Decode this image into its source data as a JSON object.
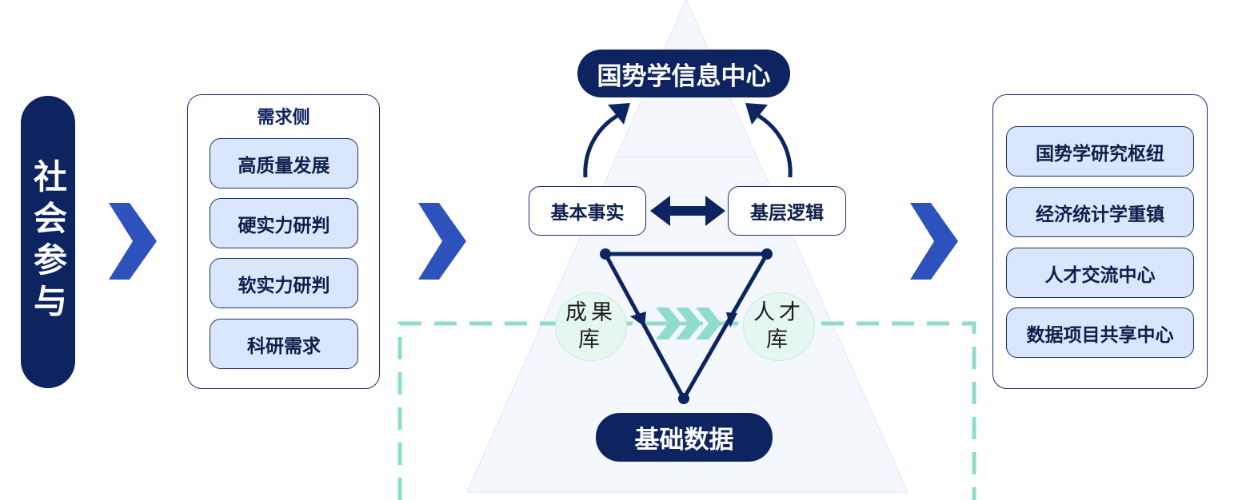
{
  "side_label": "社会参与",
  "demand": {
    "title": "需求侧",
    "items": [
      "高质量发展",
      "硬实力研判",
      "软实力研判",
      "科研需求"
    ]
  },
  "center": {
    "top_label": "国势学信息中心",
    "left_box": "基本事实",
    "right_box": "基层逻辑",
    "left_lib": "成果库",
    "right_lib": "人才库",
    "bottom_label": "基础数据"
  },
  "outputs": {
    "items": [
      "国势学研究枢纽",
      "经济统计学重镇",
      "人才交流中心",
      "数据项目共享中心"
    ]
  },
  "colors": {
    "navy": "#0d2461",
    "item_fill": "#dae6fb",
    "chevron": "#2e52bc",
    "teal": "#8fdccb"
  }
}
